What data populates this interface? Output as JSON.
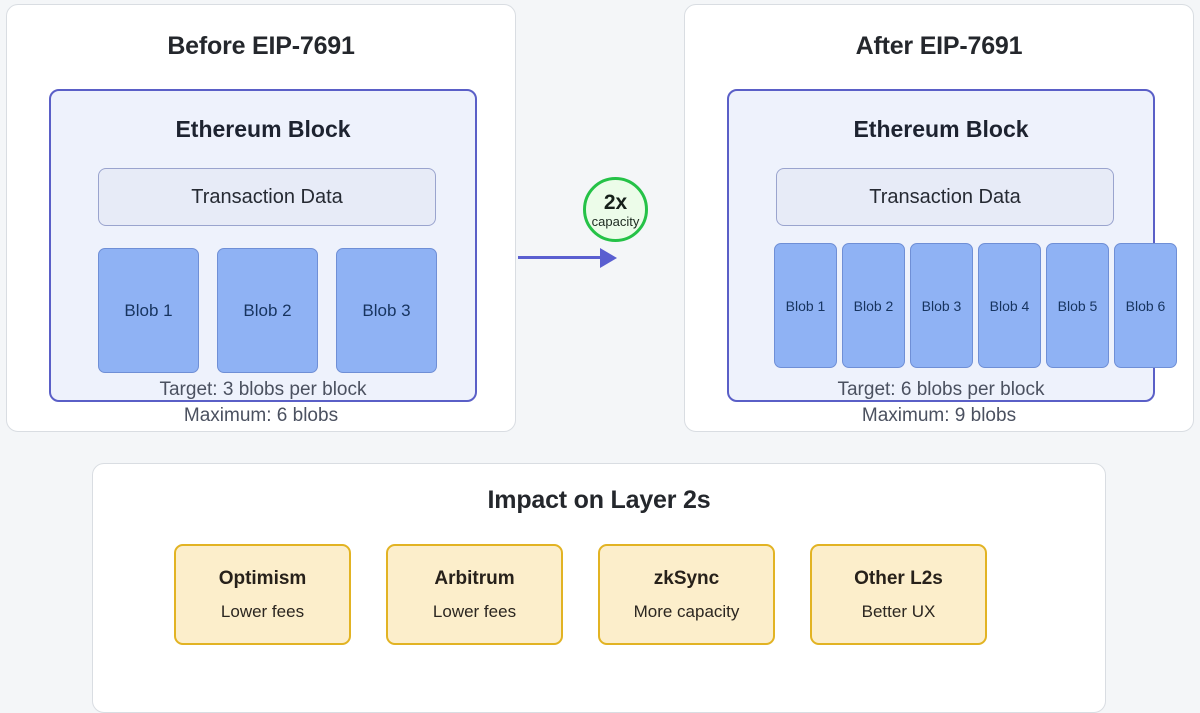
{
  "theme": {
    "page_background": "#f4f6f8",
    "card_background": "#ffffff",
    "card_border": "#d9dde2",
    "block_border": "#5a5fc7",
    "block_fill": "#eef2fc",
    "txdata_fill": "#e7ebf7",
    "blob_fill": "#8fb2f4",
    "blob_border": "#6f8fd6",
    "blob_text": "#17345f",
    "arrow_color": "#5a5fd0",
    "badge_ring": "#25c247",
    "badge_fill": "#ecfce9",
    "l2_fill": "#fceecb",
    "l2_border": "#e2b323"
  },
  "before_panel": {
    "title": "Before EIP-7691",
    "block_title": "Ethereum Block",
    "transaction_data_label": "Transaction Data",
    "blobs": [
      "Blob 1",
      "Blob 2",
      "Blob 3"
    ],
    "target_label": "Target: 3 blobs per block",
    "maximum_label": "Maximum: 6 blobs"
  },
  "after_panel": {
    "title": "After EIP-7691",
    "block_title": "Ethereum Block",
    "transaction_data_label": "Transaction Data",
    "blobs": [
      "Blob 1",
      "Blob 2",
      "Blob 3",
      "Blob 4",
      "Blob 5",
      "Blob 6"
    ],
    "target_label": "Target: 6 blobs per block",
    "maximum_label": "Maximum: 9 blobs"
  },
  "connector": {
    "badge_value": "2x",
    "badge_caption": "capacity"
  },
  "impact_section": {
    "title": "Impact on Layer 2s",
    "cards": [
      {
        "name": "Optimism",
        "desc": "Lower fees"
      },
      {
        "name": "Arbitrum",
        "desc": "Lower fees"
      },
      {
        "name": "zkSync",
        "desc": "More capacity"
      },
      {
        "name": "Other L2s",
        "desc": "Better UX"
      }
    ]
  }
}
